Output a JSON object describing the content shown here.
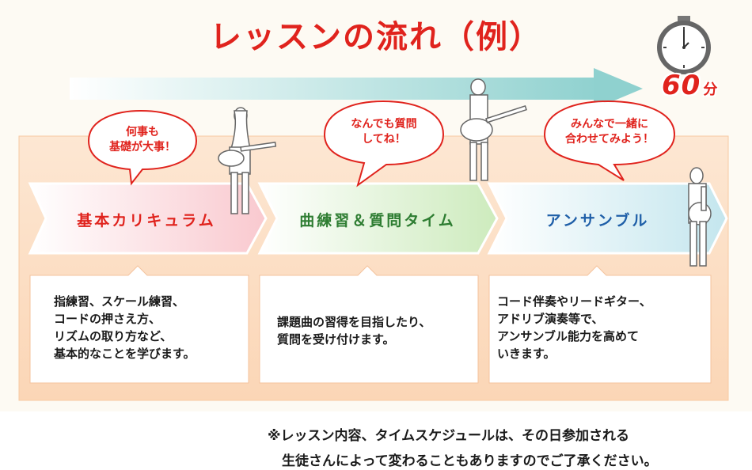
{
  "title": "レッスンの流れ（例）",
  "timer": {
    "value": "60",
    "unit": "分"
  },
  "steps": [
    {
      "bubble": "何事も\n基礎が大事！",
      "label": "基本カリキュラム",
      "label_color": "#e0231d",
      "description": "指練習、スケール練習、\nコードの押さえ方、\nリズムの取り方など、\n基本的なことを学びます。"
    },
    {
      "bubble": "なんでも質問\nしてね！",
      "label": "曲練習＆質問タイム",
      "label_color": "#2e7d32",
      "description": "課題曲の習得を目指したり、\n質問を受け付けます。"
    },
    {
      "bubble": "みんなで一緒に\n合わせてみよう！",
      "label": "アンサンブル",
      "label_color": "#1f5fa8",
      "description": "コード伴奏やリードギター、\nアドリブ演奏等で、\nアンサンブル能力を高めて\nいきます。"
    }
  ],
  "note_lines": [
    "※レッスン内容、タイムスケジュールは、その日参加される",
    "生徒さんによって変わることもありますのでご了承ください。"
  ],
  "colors": {
    "accent_red": "#e0231d",
    "panel": "#fbd9bb",
    "time_arrow": "#9fd6d4"
  }
}
